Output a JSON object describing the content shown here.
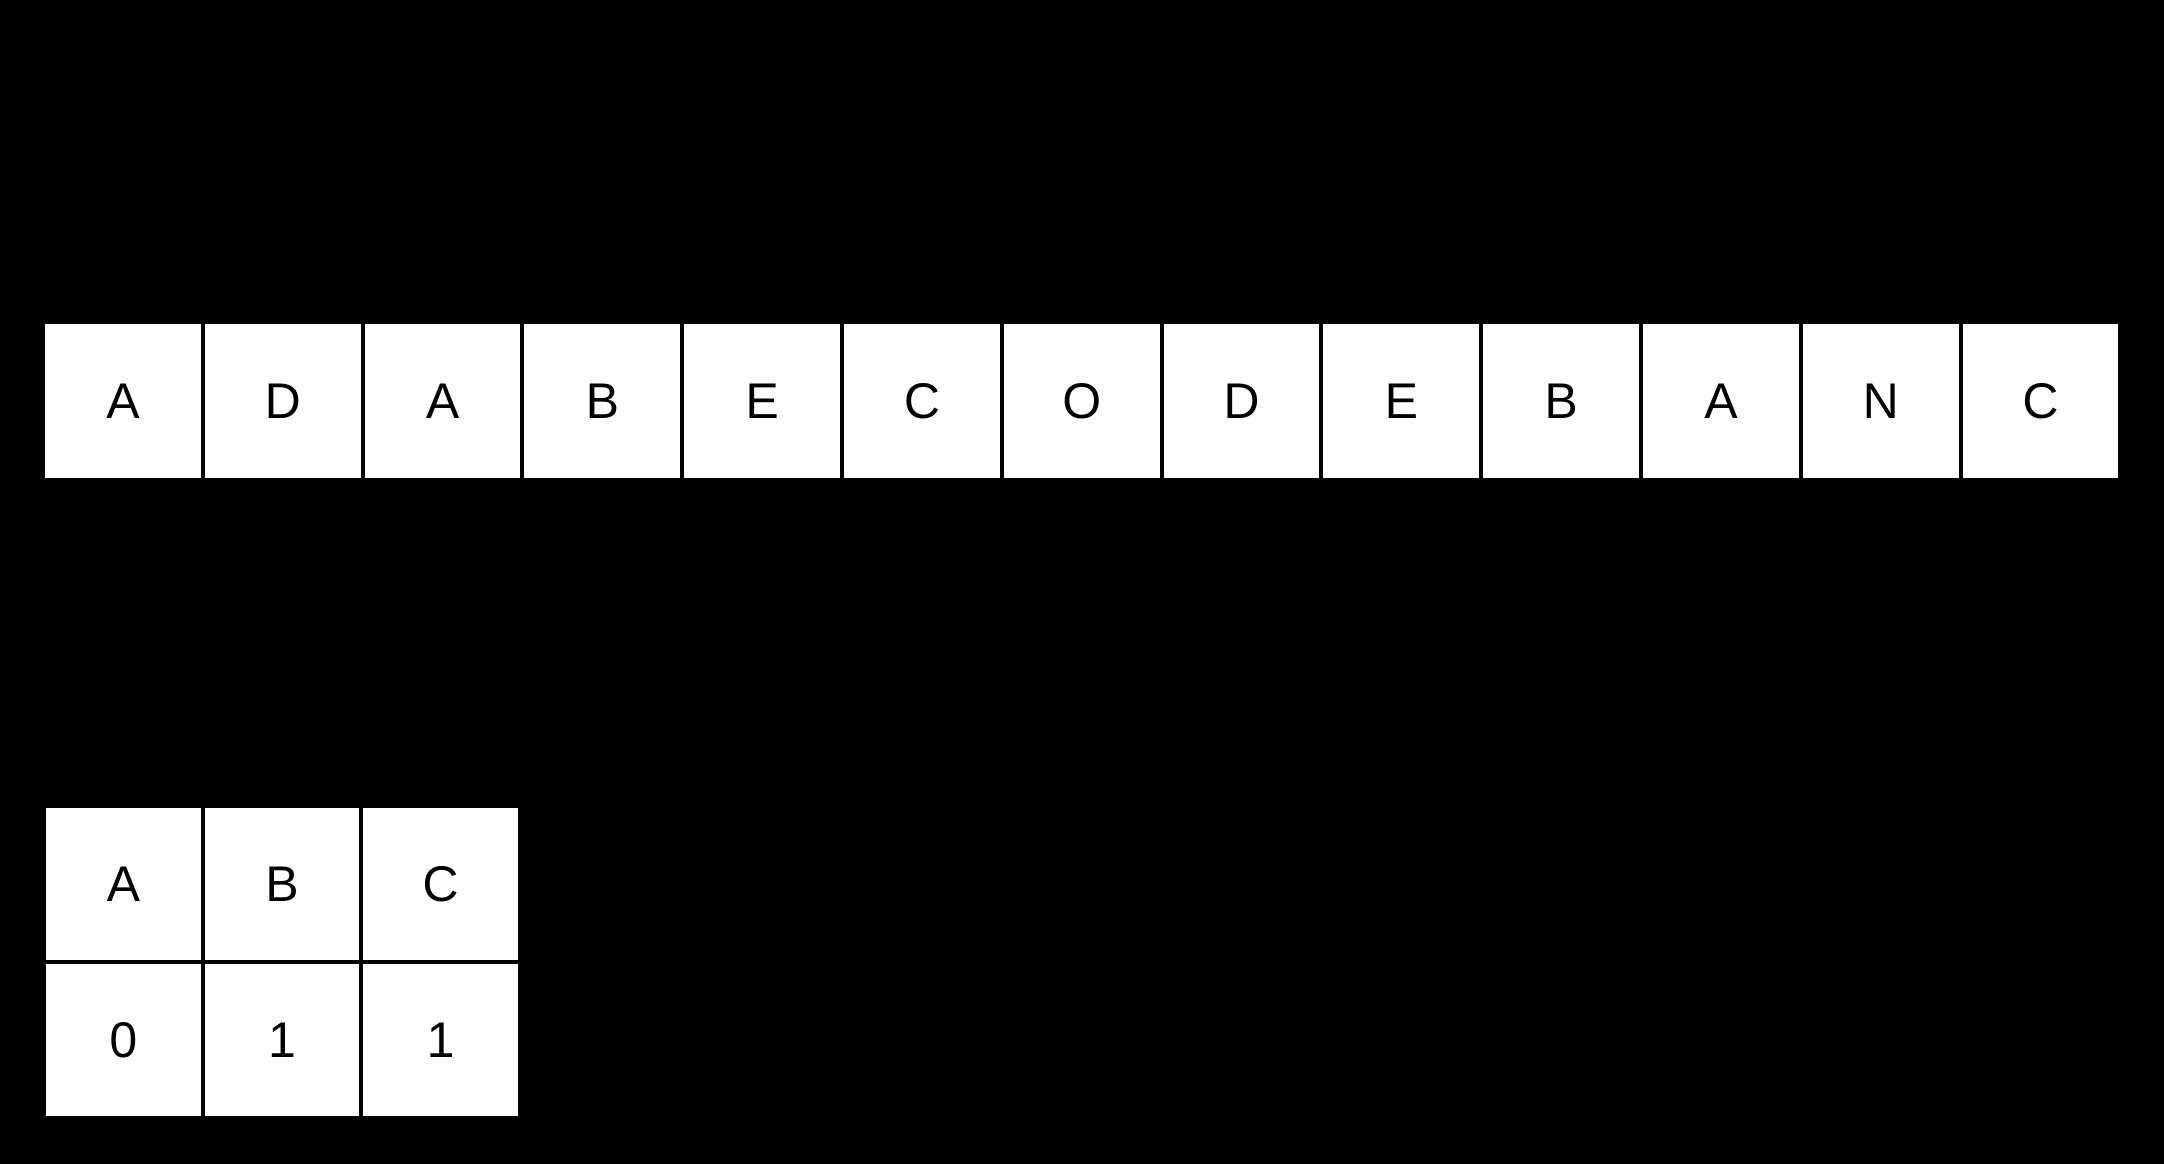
{
  "canvas": {
    "background_color": "#000000",
    "cell_fill_color": "#ffffff",
    "cell_border_color": "#000000",
    "text_color": "#000000"
  },
  "string_strip": {
    "name": "character-sequence",
    "cells": [
      {
        "index": 0,
        "label": "A"
      },
      {
        "index": 1,
        "label": "D"
      },
      {
        "index": 2,
        "label": "A"
      },
      {
        "index": 3,
        "label": "B"
      },
      {
        "index": 4,
        "label": "E"
      },
      {
        "index": 5,
        "label": "C"
      },
      {
        "index": 6,
        "label": "O"
      },
      {
        "index": 7,
        "label": "D"
      },
      {
        "index": 8,
        "label": "E"
      },
      {
        "index": 9,
        "label": "B"
      },
      {
        "index": 10,
        "label": "A"
      },
      {
        "index": 11,
        "label": "N"
      },
      {
        "index": 12,
        "label": "C"
      }
    ]
  },
  "count_table": {
    "name": "character-count-table",
    "headers": [
      "A",
      "B",
      "C"
    ],
    "values": [
      "0",
      "1",
      "1"
    ]
  }
}
